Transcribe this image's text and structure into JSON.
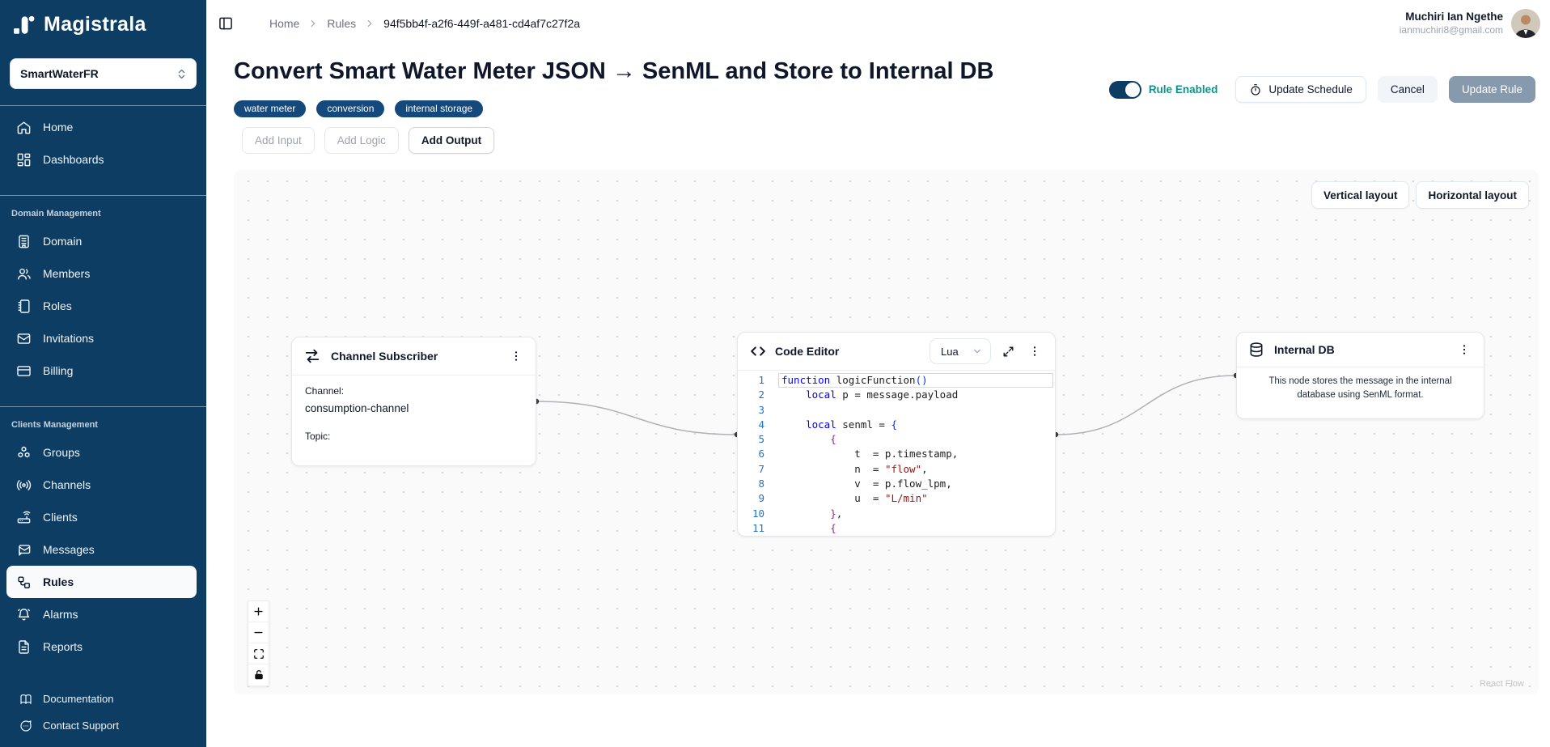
{
  "app": {
    "name": "Magistrala"
  },
  "sidebar": {
    "org": "SmartWaterFR",
    "main": [
      {
        "label": "Home"
      },
      {
        "label": "Dashboards"
      }
    ],
    "domain_section": {
      "title": "Domain Management",
      "items": [
        {
          "label": "Domain"
        },
        {
          "label": "Members"
        },
        {
          "label": "Roles"
        },
        {
          "label": "Invitations"
        },
        {
          "label": "Billing"
        }
      ]
    },
    "clients_section": {
      "title": "Clients Management",
      "items": [
        {
          "label": "Groups"
        },
        {
          "label": "Channels"
        },
        {
          "label": "Clients"
        },
        {
          "label": "Messages"
        },
        {
          "label": "Rules"
        },
        {
          "label": "Alarms"
        },
        {
          "label": "Reports"
        }
      ]
    },
    "footer": [
      {
        "label": "Documentation"
      },
      {
        "label": "Contact Support"
      }
    ]
  },
  "header": {
    "breadcrumb": [
      {
        "label": "Home"
      },
      {
        "label": "Rules"
      },
      {
        "label": "94f5bb4f-a2f6-449f-a481-cd4af7c27f2a"
      }
    ],
    "user": {
      "name": "Muchiri Ian Ngethe",
      "email": "ianmuchiri8@gmail.com"
    }
  },
  "rule": {
    "title": "Convert Smart Water Meter JSON → SenML and Store to Internal DB",
    "tags": [
      "water meter",
      "conversion",
      "internal storage"
    ],
    "toggle_label": "Rule Enabled",
    "toggle_on": true,
    "buttons": {
      "update_schedule": "Update Schedule",
      "cancel": "Cancel",
      "update_rule": "Update Rule"
    },
    "add_buttons": {
      "input": "Add Input",
      "logic": "Add Logic",
      "output": "Add Output"
    }
  },
  "canvas": {
    "layout_buttons": {
      "vertical": "Vertical layout",
      "horizontal": "Horizontal layout"
    },
    "attribution": "React Flow",
    "channel_subscriber": {
      "title": "Channel Subscriber",
      "channel_label": "Channel:",
      "channel_value": "consumption-channel",
      "topic_label": "Topic:",
      "topic_value": ""
    },
    "code_editor": {
      "title": "Code Editor",
      "language": "Lua",
      "lines": [
        {
          "n": "1",
          "current": true,
          "toks": [
            [
              "k",
              "function"
            ],
            [
              "p",
              " logicFunction"
            ],
            [
              "b1",
              "()"
            ]
          ]
        },
        {
          "n": "2",
          "toks": [
            [
              "p",
              "    "
            ],
            [
              "k",
              "local"
            ],
            [
              "p",
              " p = message.payload"
            ]
          ]
        },
        {
          "n": "3",
          "toks": []
        },
        {
          "n": "4",
          "toks": [
            [
              "p",
              "    "
            ],
            [
              "k",
              "local"
            ],
            [
              "p",
              " senml = "
            ],
            [
              "b1",
              "{"
            ]
          ]
        },
        {
          "n": "5",
          "toks": [
            [
              "p",
              "        "
            ],
            [
              "b2",
              "{"
            ]
          ]
        },
        {
          "n": "6",
          "toks": [
            [
              "p",
              "            t  = p.timestamp,"
            ]
          ]
        },
        {
          "n": "7",
          "toks": [
            [
              "p",
              "            n  = "
            ],
            [
              "s",
              "\"flow\""
            ],
            [
              "p",
              ","
            ]
          ]
        },
        {
          "n": "8",
          "toks": [
            [
              "p",
              "            v  = p.flow_lpm,"
            ]
          ]
        },
        {
          "n": "9",
          "toks": [
            [
              "p",
              "            u  = "
            ],
            [
              "s",
              "\"L/min\""
            ]
          ]
        },
        {
          "n": "10",
          "toks": [
            [
              "p",
              "        "
            ],
            [
              "b2",
              "}"
            ],
            [
              "p",
              ","
            ]
          ]
        },
        {
          "n": "11",
          "toks": [
            [
              "p",
              "        "
            ],
            [
              "b2",
              "{"
            ]
          ]
        }
      ]
    },
    "internal_db": {
      "title": "Internal DB",
      "description": "This node stores the message in the internal database using SenML format."
    }
  },
  "colors": {
    "sidebar_bg": "#0d3d62",
    "tag_bg": "#15497c",
    "toggle_on": "#0d3d62",
    "enabled_teal": "#0d9488",
    "update_rule_bg": "#8699ad",
    "canvas_bg": "#fafafa",
    "edge": "#b1b1b7",
    "syntax": {
      "k": "#0000ff",
      "p": "#1e1e1e",
      "s": "#a31515",
      "b1": "#0431fa",
      "b2": "#9b2393",
      "ln": "#2472c8"
    }
  }
}
